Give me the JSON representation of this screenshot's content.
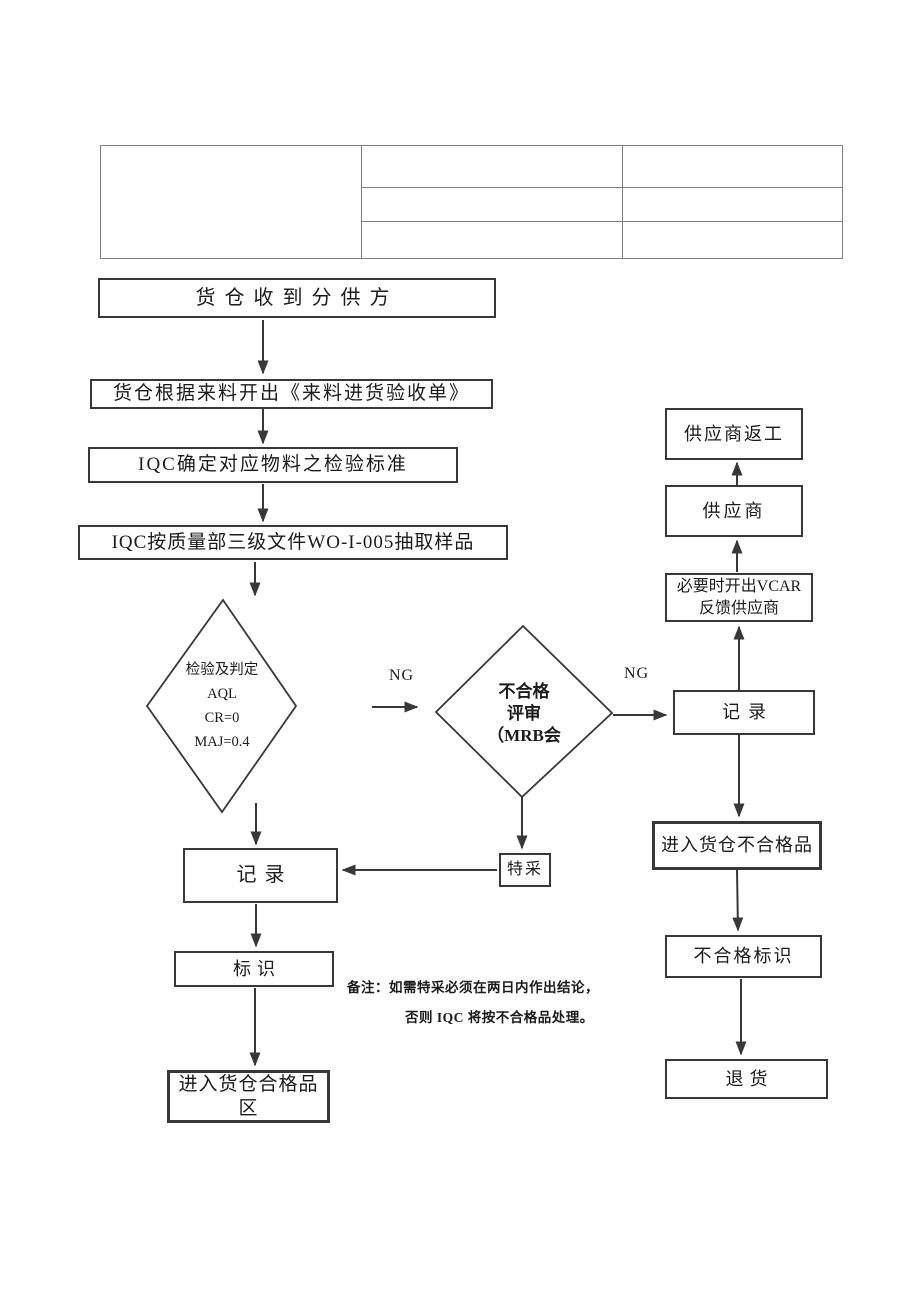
{
  "colors": {
    "background": "#ffffff",
    "flow_line": "#383838",
    "table_line": "#7e7e7e",
    "text": "#1b1b1b"
  },
  "header_table": {
    "rows": 3,
    "columns": 3,
    "content": ""
  },
  "flowchart": {
    "nodes": {
      "receive": "货仓收到分供方",
      "issue_receipt": "货仓根据来料开出《来料进货验收单》",
      "determine_standard": "IQC确定对应物料之检验标准",
      "sample": "IQC按质量部三级文件WO-I-005抽取样品",
      "inspect": {
        "lines": [
          "检验及判定",
          "AQL",
          "CR=0",
          "MAJ=0.4"
        ]
      },
      "mrb": {
        "lines": [
          "不合格",
          "评审",
          "（MRB会"
        ]
      },
      "record_left": "记录",
      "mark": "标识",
      "qualified_area": "进入货仓合格品区",
      "special_acceptance": "特采",
      "supplier_rework": "供应商返工",
      "supplier": "供应商",
      "vcar": {
        "lines": [
          "必要时开出VCAR",
          "反馈供应商"
        ]
      },
      "record_right": "记录",
      "nonconforming_area": "进入货仓不合格品",
      "nonconforming_mark": "不合格标识",
      "return_goods": "退货"
    },
    "edge_labels": {
      "ng_left": "NG",
      "ng_right": "NG"
    },
    "note": {
      "line1": "备注：如需特采必须在两日内作出结论，",
      "line2": "否则 IQC 将按不合格品处理。"
    }
  }
}
